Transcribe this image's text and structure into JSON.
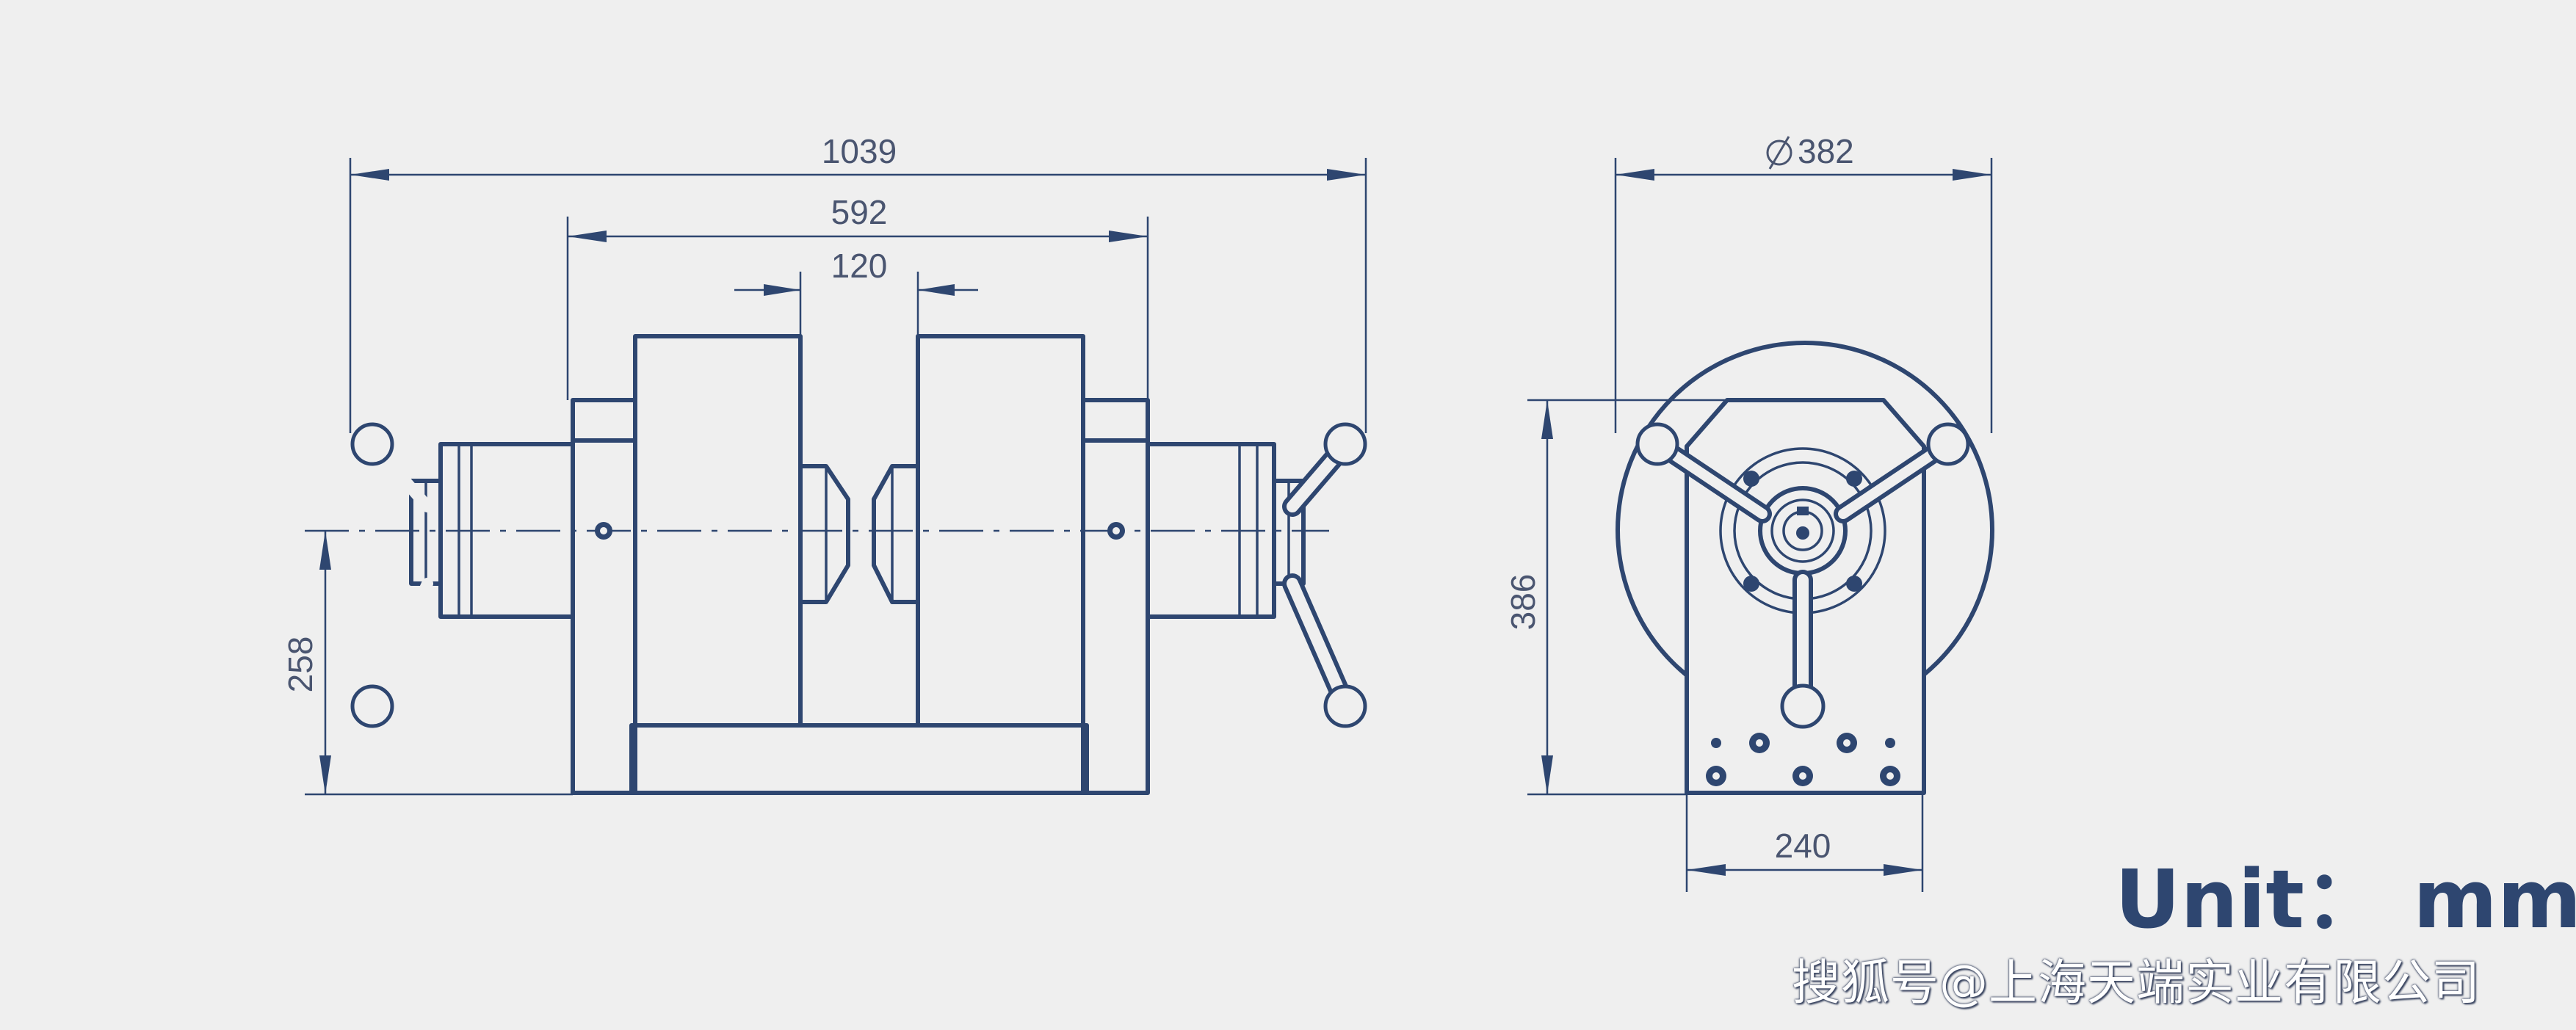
{
  "dimensions": {
    "overall_length": "1039",
    "body_length": "592",
    "gap": "120",
    "height_center": "258",
    "diameter": "382",
    "height_total": "386",
    "base_width": "240"
  },
  "unit_label": "Unit： mm",
  "watermark": "搜狐号@上海天端实业有限公司",
  "colors": {
    "line": "#2e4670",
    "background": "#efefef"
  }
}
